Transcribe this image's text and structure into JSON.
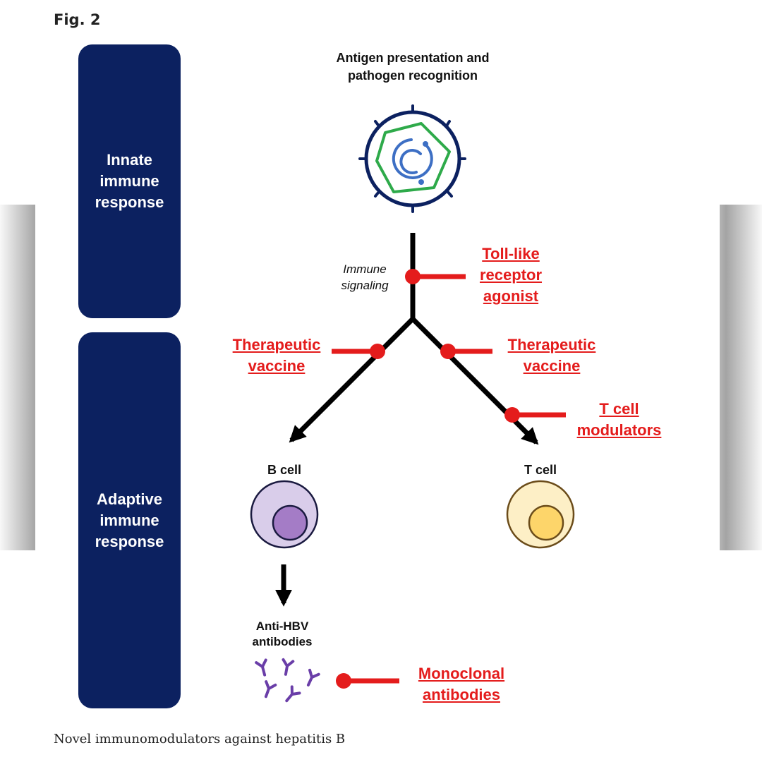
{
  "figure": {
    "label": "Fig. 2",
    "caption": "Novel immunomodulators against hepatitis B"
  },
  "phases": {
    "innate": "Innate immune response",
    "adaptive": "Adaptive immune response"
  },
  "nodes": {
    "antigen": "Antigen presentation and pathogen recognition",
    "signaling": "Immune signaling",
    "b_cell": "B cell",
    "t_cell": "T cell",
    "antibodies": "Anti-HBV antibodies"
  },
  "interventions": {
    "tlr_agonist": "Toll-like receptor agonist",
    "vaccine_b": "Therapeutic vaccine",
    "vaccine_t": "Therapeutic vaccine",
    "t_cell_modulators": "T cell modulators",
    "monoclonal": "Monoclonal antibodies"
  },
  "colors": {
    "phase_bar": "#0c2160",
    "intervention": "#e41c1c",
    "virus_ring": "#0c2160",
    "capsid": "#2eaa4a",
    "genome": "#3d6fc4",
    "b_cell_outer": "#d9cdea",
    "b_cell_nucleus": "#a47cc6",
    "t_cell_outer": "#fdefc6",
    "t_cell_nucleus": "#fdd56a",
    "antibody": "#6a3ea8"
  }
}
